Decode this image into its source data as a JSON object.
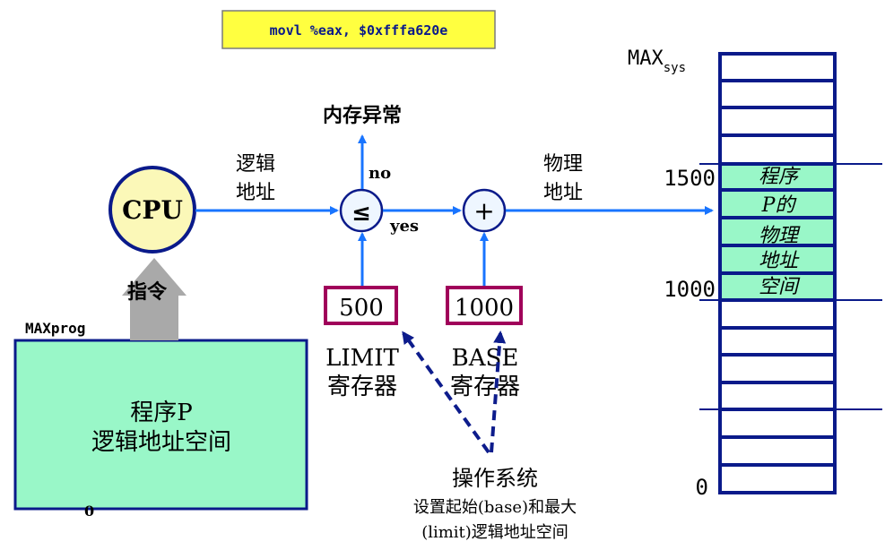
{
  "instruction": "movl %eax, $0xfffa620e",
  "cpu_label": "CPU",
  "fetch_arrow_label": "指令",
  "logical_address_label": [
    "逻辑",
    "地址"
  ],
  "physical_address_label": [
    "物理",
    "地址"
  ],
  "compare_symbol": "≤",
  "add_symbol": "+",
  "no_label": "no",
  "yes_label": "yes",
  "exception_label": "内存异常",
  "limit_value": "500",
  "base_value": "1000",
  "limit_register": [
    "LIMIT",
    "寄存器"
  ],
  "base_register": [
    "BASE",
    "寄存器"
  ],
  "program": {
    "max_label": "MAXprog",
    "zero_label": "0",
    "title_lines": [
      "程序P",
      "逻辑地址空间"
    ]
  },
  "os": {
    "title": "操作系统",
    "desc_lines": [
      "设置起始(base)和最大",
      "(limit)逻辑地址空间"
    ]
  },
  "memory": {
    "max_label": "MAX",
    "max_sub": "sys",
    "marks": [
      "1500",
      "1000",
      "0"
    ],
    "region_lines": [
      "程序",
      "P的",
      "物理",
      "地址",
      "空间"
    ]
  },
  "colors": {
    "arrow_blue": "#1874ff",
    "register_border": "#a0005a",
    "memory_border": "#0a1a8a",
    "program_fill": "#99f7c8",
    "cpu_fill": "#fbf8b8",
    "highlight_fill": "#ffff40",
    "dashed_blue": "#0d1c8c"
  }
}
